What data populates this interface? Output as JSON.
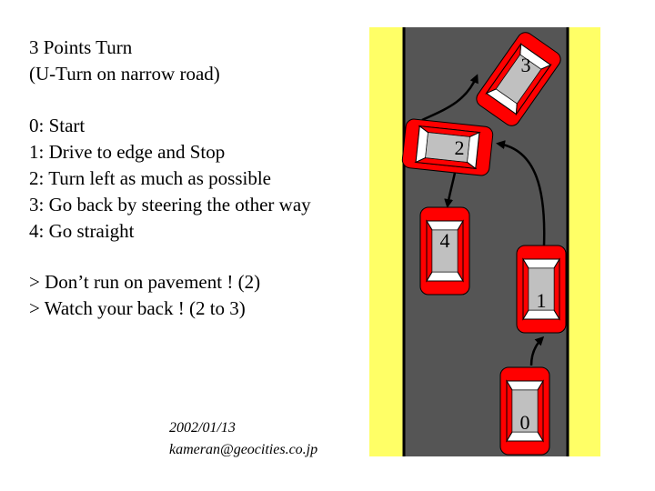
{
  "title": {
    "line1": "3 Points Turn",
    "line2": "(U-Turn on narrow road)"
  },
  "steps": [
    "0: Start",
    "1: Drive to edge and Stop",
    "2: Turn left as much as possible",
    "3: Go back by steering the other way",
    "4: Go straight"
  ],
  "notes": [
    "> Don’t run on pavement ! (2)",
    "> Watch your back ! (2 to 3)"
  ],
  "footer": {
    "date": "2002/01/13",
    "email": "kameran@geocities.co.jp"
  },
  "cars": [
    {
      "label": "0"
    },
    {
      "label": "1"
    },
    {
      "label": "2"
    },
    {
      "label": "3"
    },
    {
      "label": "4"
    }
  ],
  "colors": {
    "road": "#555555",
    "shoulder": "#ffff66",
    "car": "#ff0000",
    "car_window": "#c0c0c0",
    "edge_line": "#000000"
  }
}
